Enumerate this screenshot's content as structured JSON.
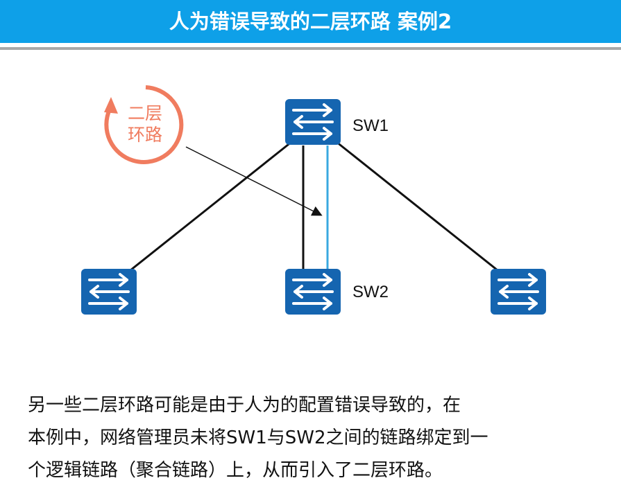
{
  "title": "人为错误导致的二层环路 案例2",
  "loop_badge": {
    "line1": "二层",
    "line2": "环路"
  },
  "switches": {
    "sw1": "SW1",
    "sw2": "SW2"
  },
  "colors": {
    "header": "#0ea0e8",
    "switch": "#1565b0",
    "loop": "#f07c5f",
    "aggregate_link": "#3aa8e0"
  },
  "description": [
    "另一些二层环路可能是由于人为的配置错误导致的，在",
    "本例中，网络管理员未将SW1与SW2之间的链路绑定到一",
    "个逻辑链路（聚合链路）上，从而引入了二层环路。"
  ]
}
